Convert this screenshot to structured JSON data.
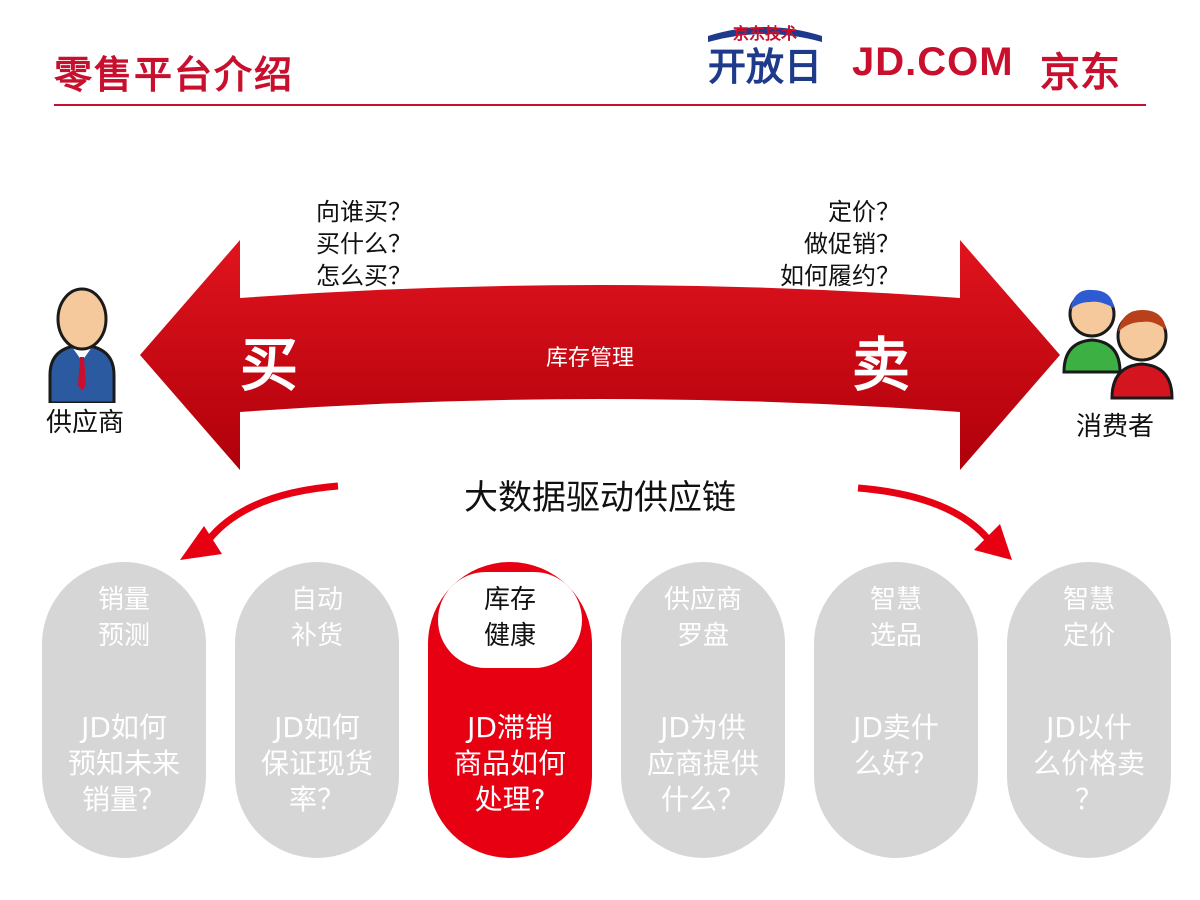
{
  "header": {
    "title": "零售平台介绍",
    "logo_open_top": "京东技术",
    "logo_open_main": "开放日",
    "logo_jd": "JD.COM",
    "logo_cn": "京东",
    "accent": "#c8102e"
  },
  "flow": {
    "left_questions": [
      "向谁买？",
      "买什么？",
      "怎么买？"
    ],
    "right_questions": [
      "定价？",
      "做促销？",
      "如何履约？"
    ],
    "buy": "买",
    "sell": "卖",
    "center": "库存管理",
    "arrow_color": "#c8000f"
  },
  "actors": {
    "supplier": "供应商",
    "consumer": "消费者"
  },
  "bigdata": "大数据驱动供应链",
  "modules": [
    {
      "title": [
        "销量",
        "预测"
      ],
      "question": [
        "JD如何",
        "预知未来",
        "销量？"
      ],
      "active": false
    },
    {
      "title": [
        "自动",
        "补货"
      ],
      "question": [
        "JD如何",
        "保证现货",
        "率？"
      ],
      "active": false
    },
    {
      "title": [
        "库存",
        "健康"
      ],
      "question": [
        "JD滞销",
        "商品如何",
        "处理?"
      ],
      "active": true
    },
    {
      "title": [
        "供应商",
        "罗盘"
      ],
      "question": [
        "JD为供",
        "应商提供",
        "什么？"
      ],
      "active": false
    },
    {
      "title": [
        "智慧",
        "选品"
      ],
      "question": [
        "JD卖什",
        "么好？"
      ],
      "active": false
    },
    {
      "title": [
        "智慧",
        "定价"
      ],
      "question": [
        "JD以什",
        "么价格卖",
        "？"
      ],
      "active": false
    }
  ]
}
